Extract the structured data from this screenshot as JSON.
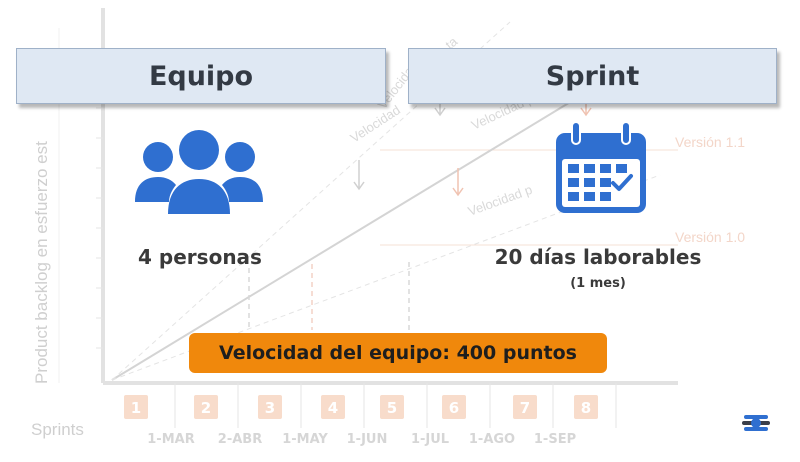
{
  "background_diagram": {
    "y_axis_label": "Product backlog en esfuerzo est",
    "x_axis_label": "Sprints",
    "sprint_numbers": [
      "1",
      "2",
      "3",
      "4",
      "5",
      "6",
      "7",
      "8"
    ],
    "dates": [
      "1-MAR",
      "2-ABR",
      "1-MAY",
      "1-JUN",
      "1-JUL",
      "1-AGO",
      "1-SEP"
    ],
    "line_labels": [
      "Velocidad",
      "Velocidad",
      "Velocidad p",
      "ta"
    ],
    "version_labels": [
      "Versión 1.1",
      "Versión 1.0"
    ]
  },
  "cards": {
    "team_title": "Equipo",
    "sprint_title": "Sprint"
  },
  "team": {
    "count_text": "4 personas",
    "icon": "people-group-icon"
  },
  "sprint": {
    "length_text": "20 días laborables",
    "length_sub": "(1 mes)",
    "icon": "calendar-icon"
  },
  "velocity_text": "Velocidad del equipo: 400 puntos",
  "colors": {
    "card_fill": "#dfe8f3",
    "icon_blue": "#2f6fd0",
    "banner_orange": "#f0880c",
    "faded_sprint_box": "#f8dccb",
    "faded_text": "#d9d9d9"
  }
}
